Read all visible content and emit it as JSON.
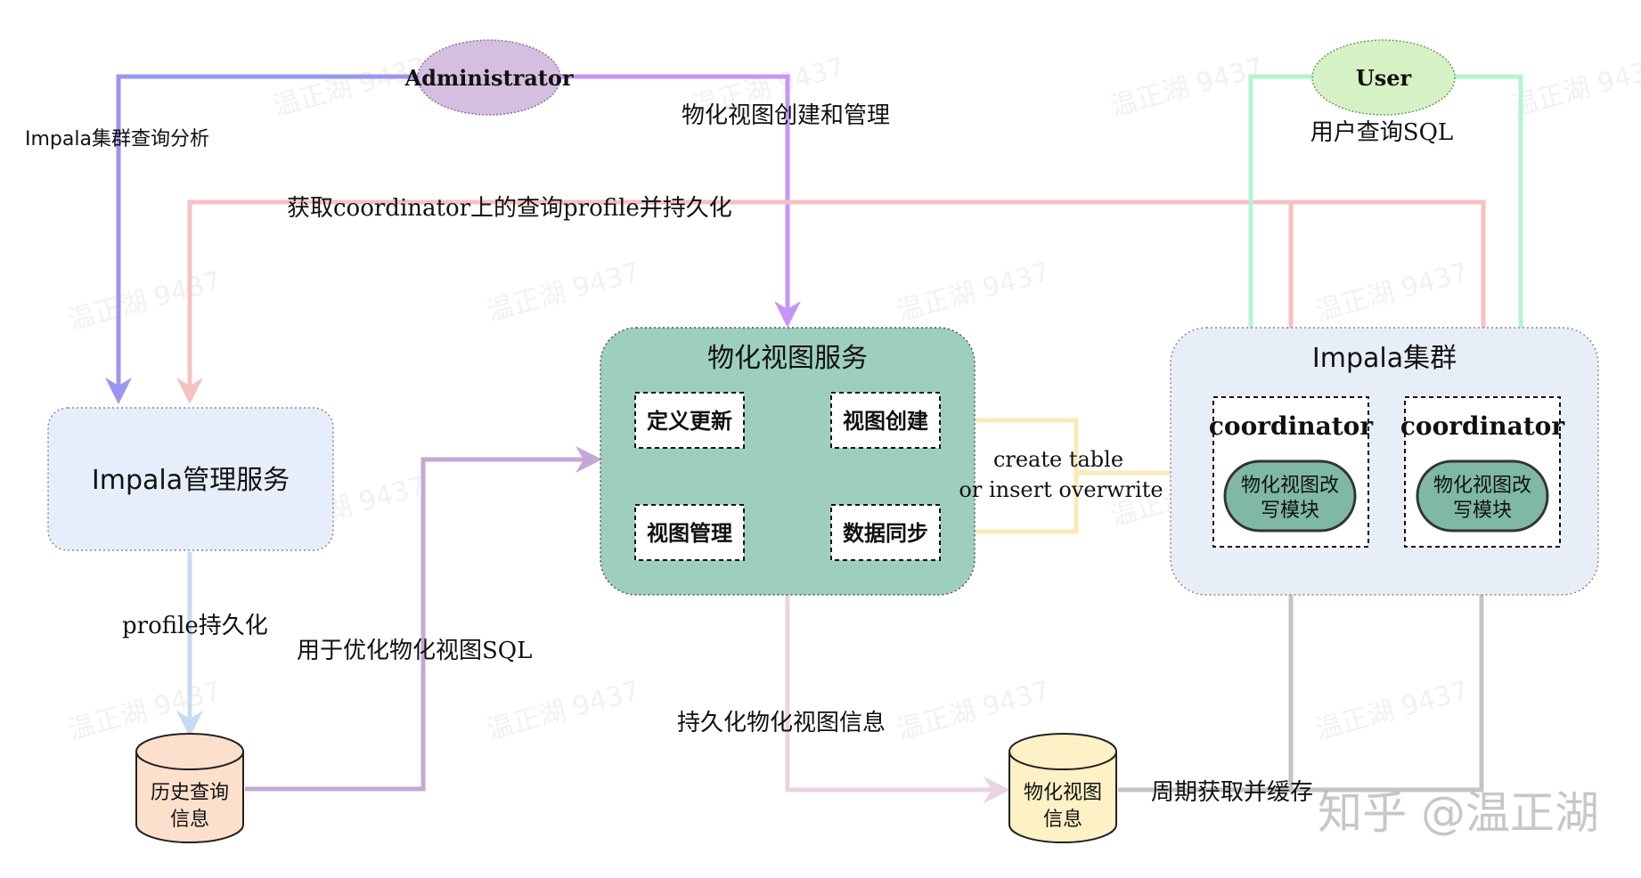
{
  "nodes": {
    "administrator": "Administrator",
    "user": "User",
    "mv_service": {
      "title": "物化视图服务",
      "modules": {
        "define_update": "定义更新",
        "view_create": "视图创建",
        "view_manage": "视图管理",
        "data_sync": "数据同步"
      }
    },
    "impala_mgmt": "Impala管理服务",
    "impala_cluster": {
      "title": "Impala集群",
      "coordinator_1": "coordinator",
      "coordinator_2": "coordinator",
      "rewrite_1": [
        "物化视图改",
        "写模块"
      ],
      "rewrite_2": [
        "物化视图改",
        "写模块"
      ]
    },
    "history_db": [
      "历史查询",
      "信息"
    ],
    "mv_info_db": [
      "物化视图",
      "信息"
    ]
  },
  "edges": {
    "impala_query_analysis": "Impala集群查询分析",
    "mv_create_manage": "物化视图创建和管理",
    "user_query_sql": "用户查询SQL",
    "fetch_profile": "获取coordinator上的查询profile并持久化",
    "create_table": "create table",
    "insert_overwrite": "or insert overwrite",
    "profile_persist": "profile持久化",
    "optimize_sql": "用于优化物化视图SQL",
    "persist_mv_info": "持久化物化视图信息",
    "periodic_fetch_cache": "周期获取并缓存"
  },
  "watermark": {
    "repeat_text": "温正湖 9437",
    "signature": "知乎 @温正湖"
  },
  "colors": {
    "admin_fill": "#d5bfe0",
    "user_fill": "#d6f2c4",
    "mv_service_fill": "#9ecfbd",
    "cluster_fill": "#e8eef8",
    "mgmt_fill": "#e6eefb",
    "history_fill": "#fde0cc",
    "mvinfo_fill": "#fdf1c5",
    "rewrite_fill": "#7fb8a4",
    "blue_edge": "#9a96f0",
    "purple_edge": "#c596f5",
    "green_edge": "#b3f5d0",
    "pink_edge": "#f6c1c1",
    "yellow_edge": "#fde9b8",
    "mauve_edge": "#c3a8d6",
    "lightpink_edge": "#ead3e2",
    "lightblue_edge": "#c7dbf3",
    "gray_edge": "#c4c4c4"
  }
}
